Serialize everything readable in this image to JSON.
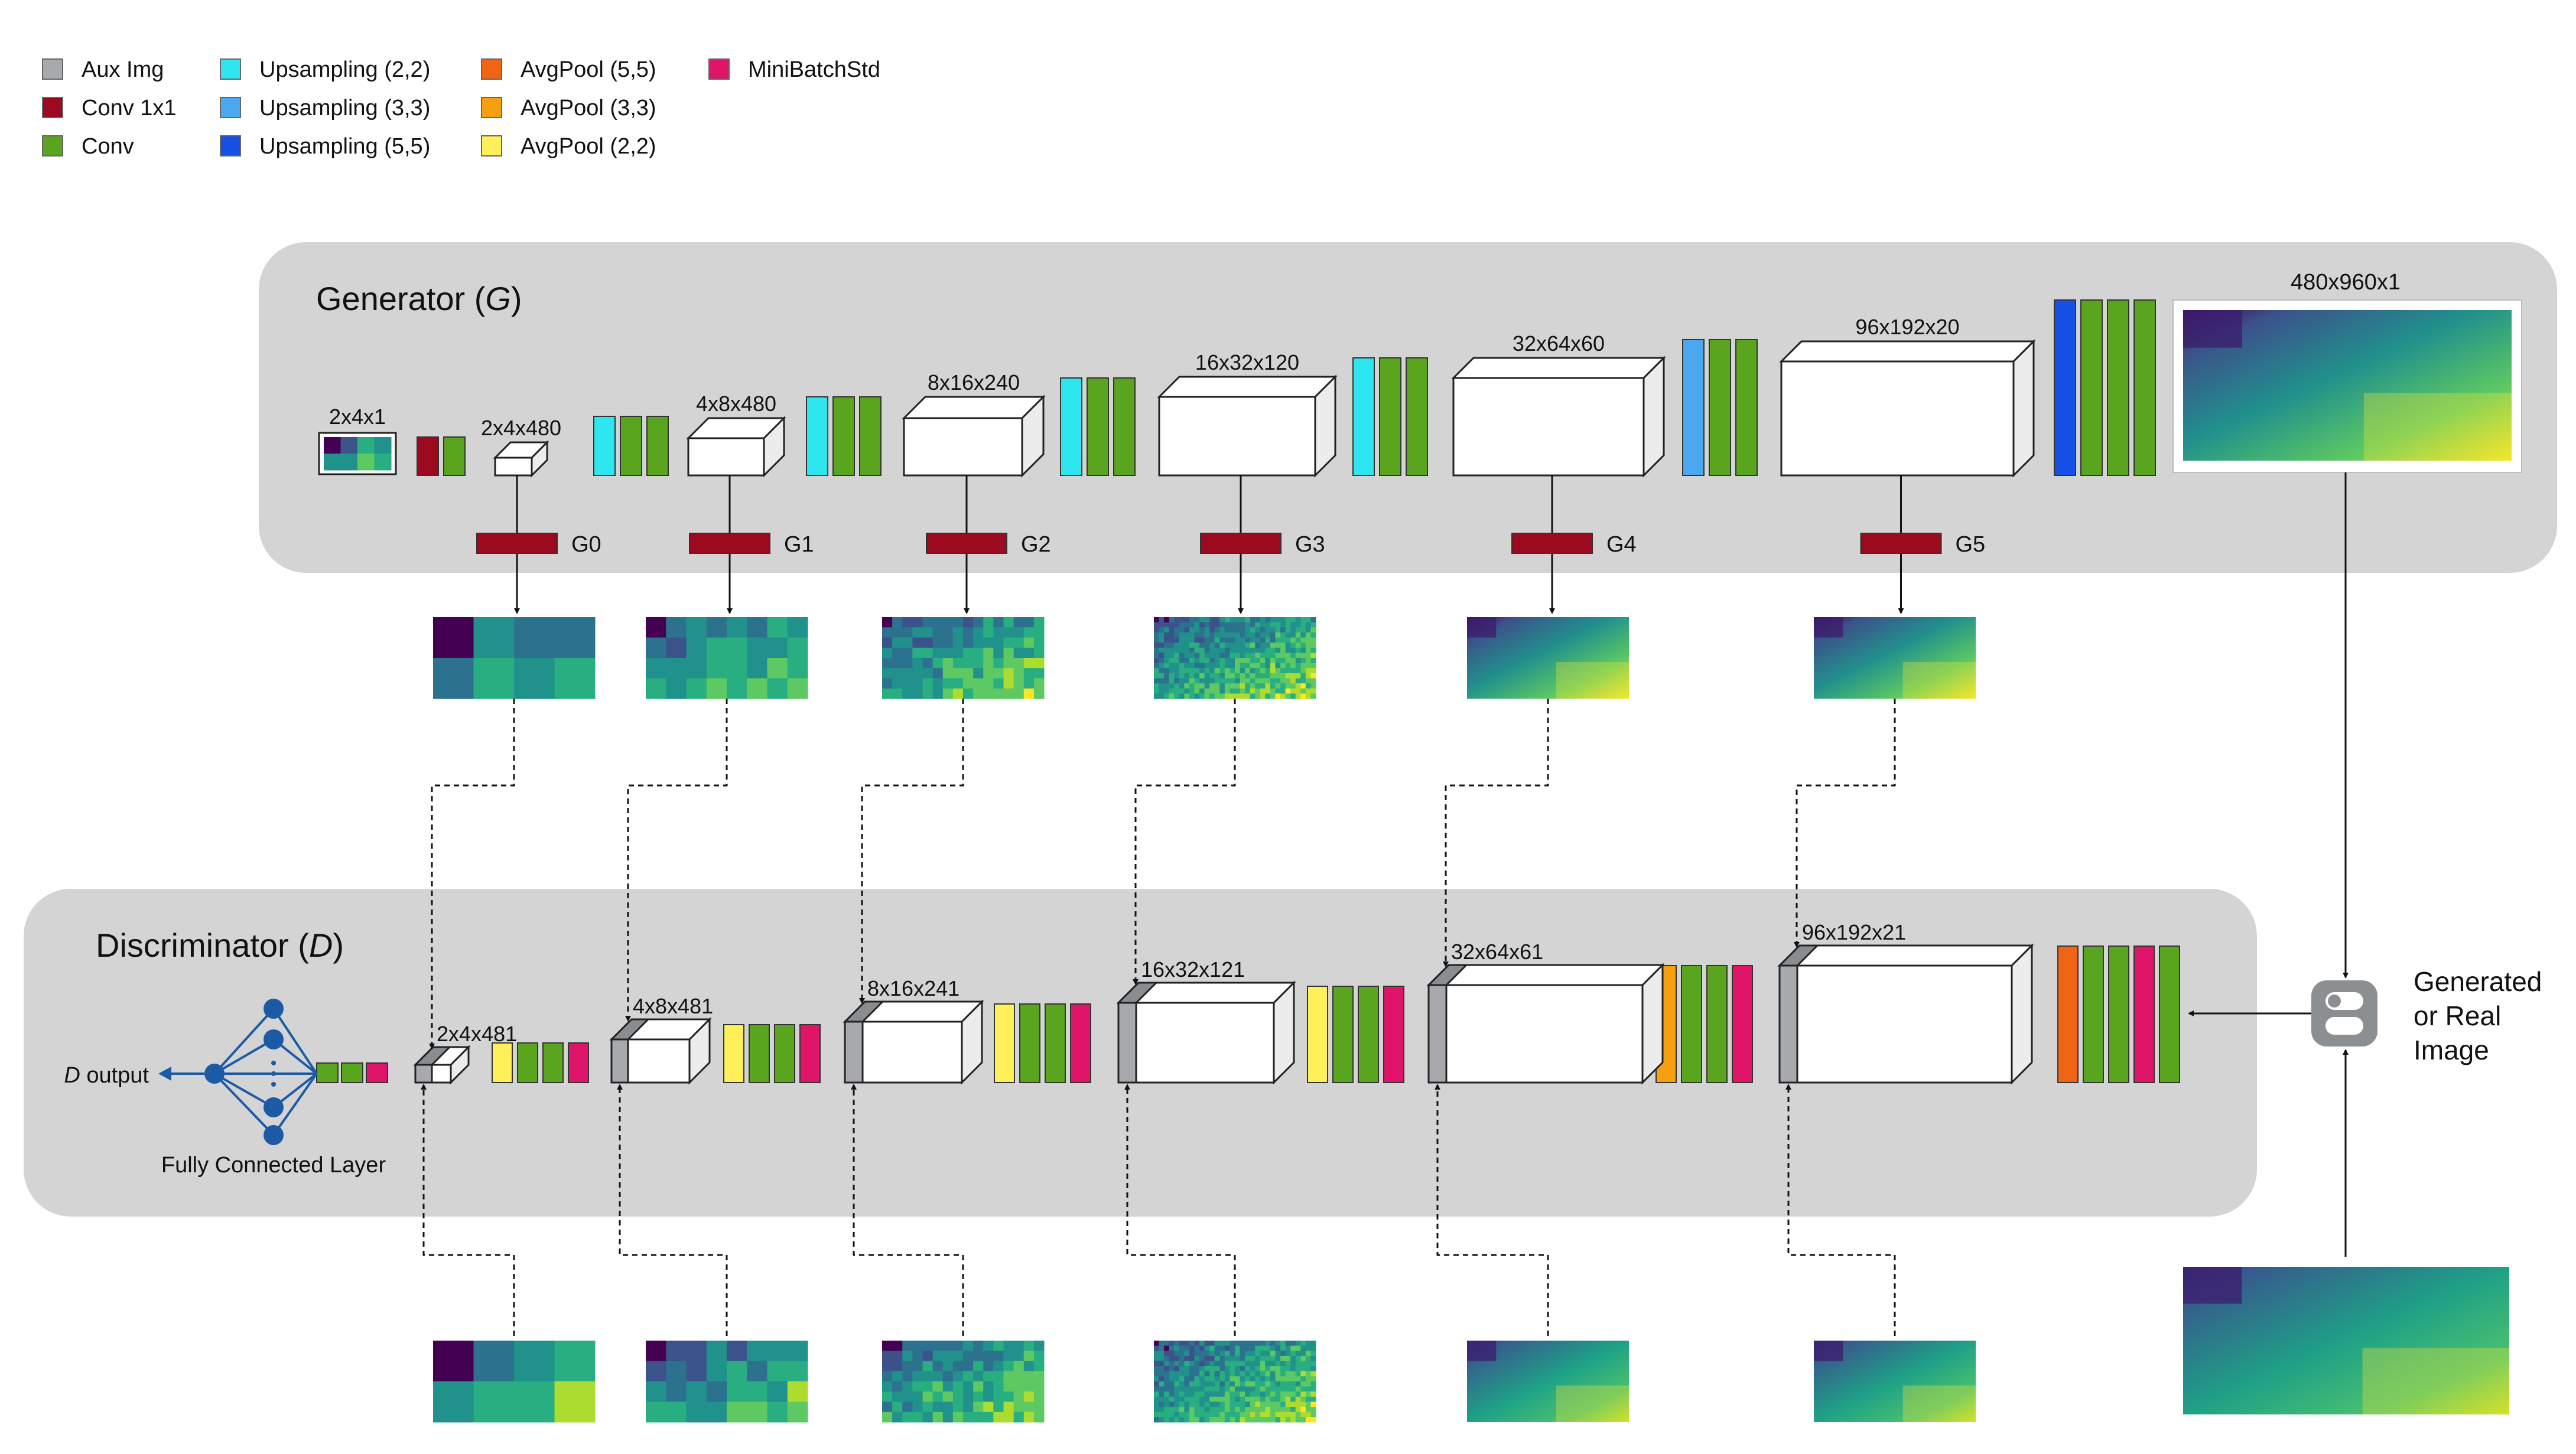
{
  "legend": {
    "col1": [
      {
        "label": "Aux Img",
        "color": "#a7a9ac"
      },
      {
        "label": "Conv 1x1",
        "color": "#9b0a1e"
      },
      {
        "label": "Conv",
        "color": "#5aa51e"
      }
    ],
    "col2": [
      {
        "label": "Upsampling (2,2)",
        "color": "#2de6f0"
      },
      {
        "label": "Upsampling (3,3)",
        "color": "#4ba8ee"
      },
      {
        "label": "Upsampling (5,5)",
        "color": "#1450e6"
      }
    ],
    "col3": [
      {
        "label": "AvgPool (5,5)",
        "color": "#f06414"
      },
      {
        "label": "AvgPool (3,3)",
        "color": "#f5a00f"
      },
      {
        "label": "AvgPool (2,2)",
        "color": "#fff05a"
      }
    ],
    "col4": [
      {
        "label": "MiniBatchStd",
        "color": "#e01468"
      }
    ]
  },
  "generator": {
    "title_prefix": "Generator (",
    "title_symbol": "G",
    "title_suffix": ")",
    "input_label": "2x4x1",
    "blocks": [
      "2x4x480",
      "4x8x480",
      "8x16x240",
      "16x32x120",
      "32x64x60",
      "96x192x20"
    ],
    "outputs": [
      "G0",
      "G1",
      "G2",
      "G3",
      "G4",
      "G5"
    ],
    "final_label": "480x960x1"
  },
  "discriminator": {
    "title_prefix": "Discriminator (",
    "title_symbol": "D",
    "title_suffix": ")",
    "blocks": [
      "2x4x481",
      "4x8x481",
      "8x16x241",
      "16x32x121",
      "32x64x61",
      "96x192x21"
    ],
    "output_symbol": "D",
    "output_suffix": " output",
    "fc_label": "Fully Connected Layer"
  },
  "switch_label": [
    "Generated",
    "or Real",
    "Image"
  ]
}
